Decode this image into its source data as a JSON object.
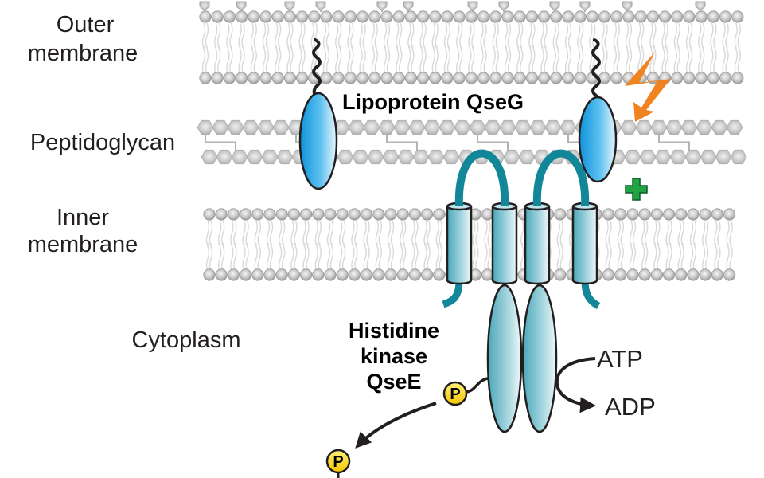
{
  "regions": {
    "outer_membrane": [
      "Outer",
      "membrane"
    ],
    "peptidoglycan": "Peptidoglycan",
    "inner_membrane": [
      "Inner",
      "membrane"
    ],
    "cytoplasm": "Cytoplasm"
  },
  "proteins": {
    "lipoprotein": "Lipoprotein QseG",
    "histidine_kinase": [
      "Histidine",
      "kinase",
      "QseE"
    ]
  },
  "nucleotides": {
    "atp": "ATP",
    "adp": "ADP"
  },
  "phosphate": {
    "symbol": "P"
  },
  "colors": {
    "lipoprotein_blue": "#1ba0e2",
    "kinase_teal": "#12879a",
    "kinase_fill": "#5fb3c4",
    "signal_orange": "#f0831f",
    "activation_green": "#1fa345",
    "phosphate_yellow": "#ffd200",
    "membrane_gray": "#b0b0b0"
  },
  "symbols": {
    "signal": "lightning-bolt",
    "activation": "plus"
  }
}
